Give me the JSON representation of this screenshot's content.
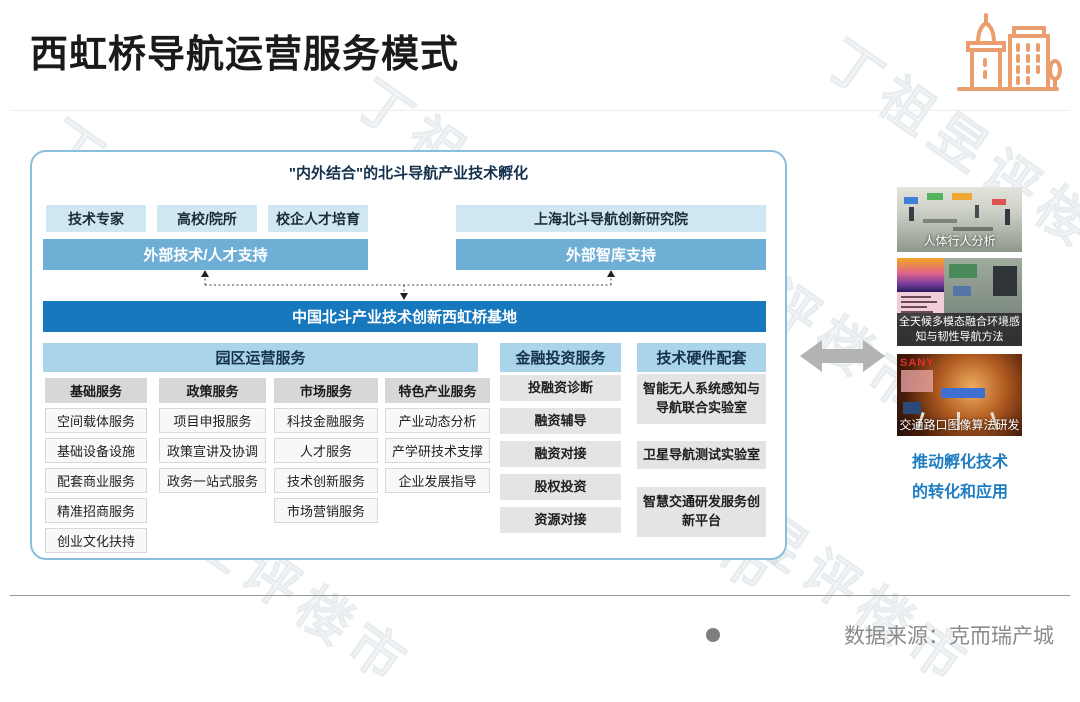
{
  "header": {
    "title": "西虹桥导航运营服务模式"
  },
  "colors": {
    "accent_blue": "#1878be",
    "light_blue_box": "#cfe7f3",
    "mid_blue_bar": "#6fafd6",
    "section_header_blue": "#aad4ea",
    "icon_orange": "#eb9e6d",
    "footer_gray": "#8c8c8c"
  },
  "incubation": {
    "title": "\"内外结合\"的北斗导航产业技术孵化",
    "partners_left": [
      "技术专家",
      "高校/院所",
      "校企人才培育"
    ],
    "partner_right": "上海北斗导航创新研究院",
    "support_left": "外部技术/人才支持",
    "support_right": "外部智库支持"
  },
  "base": {
    "label": "中国北斗产业技术创新西虹桥基地"
  },
  "park": {
    "title": "园区运营服务",
    "columns": [
      {
        "header": "基础服务",
        "items": [
          "空间载体服务",
          "基础设备设施",
          "配套商业服务",
          "精准招商服务",
          "创业文化扶持"
        ]
      },
      {
        "header": "政策服务",
        "items": [
          "项目申报服务",
          "政策宣讲及协调",
          "政务一站式服务"
        ]
      },
      {
        "header": "市场服务",
        "items": [
          "科技金融服务",
          "人才服务",
          "技术创新服务",
          "市场营销服务"
        ]
      },
      {
        "header": "特色产业服务",
        "items": [
          "产业动态分析",
          "产学研技术支撑",
          "企业发展指导"
        ]
      }
    ]
  },
  "finance": {
    "title": "金融投资服务",
    "items": [
      "投融资诊断",
      "融资辅导",
      "融资对接",
      "股权投资",
      "资源对接"
    ]
  },
  "hardware": {
    "title": "技术硬件配套",
    "items": [
      "智能无人系统感知与导航联合实验室",
      "卫星导航测试实验室",
      "智慧交通研发服务创新平台"
    ]
  },
  "showcase": {
    "images": [
      {
        "caption": "人体行人分析"
      },
      {
        "caption": "全天候多模态融合环境感知与韧性导航方法"
      },
      {
        "caption": "交通路口图像算法研发",
        "logo": "SANY"
      }
    ],
    "conclusion_line1": "推动孵化技术",
    "conclusion_line2": "的转化和应用"
  },
  "footer": {
    "source": "数据来源：克而瑞产城"
  },
  "watermark": {
    "text": "丁祖昱评楼市"
  }
}
